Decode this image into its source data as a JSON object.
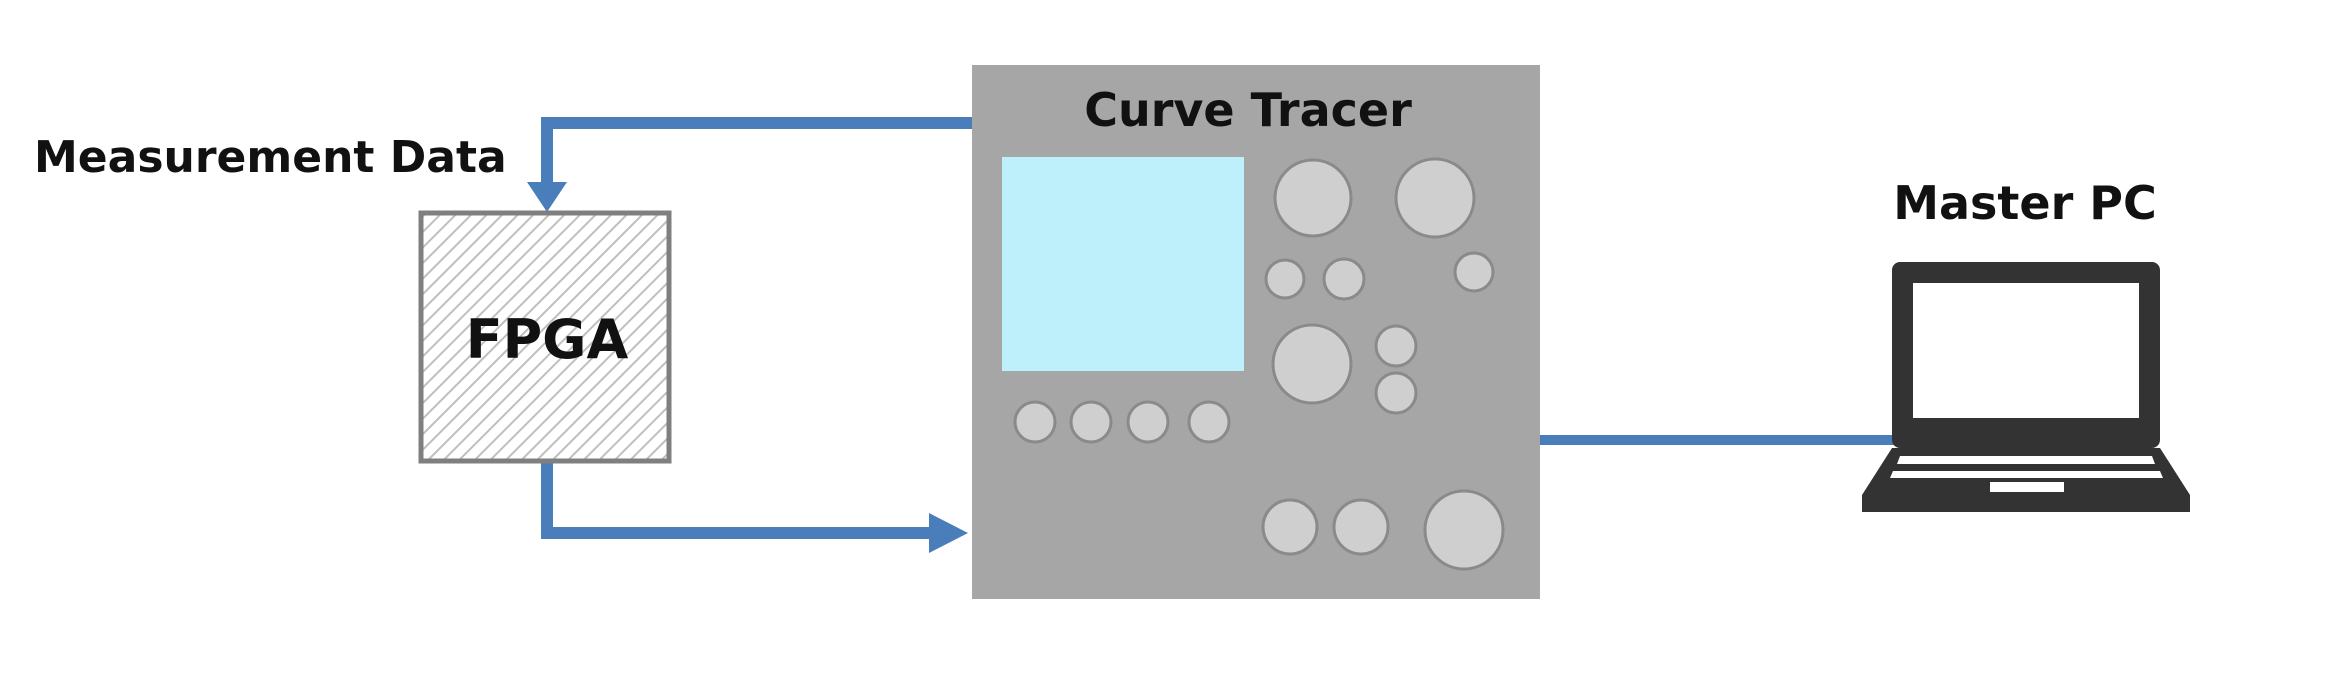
{
  "labels": {
    "measurement_data": "Measurement Data",
    "fpga": "FPGA",
    "curve_tracer": "Curve Tracer",
    "master_pc": "Master PC"
  },
  "colors": {
    "connector": "#4a7ebb",
    "instrument_body": "#a6a6a6",
    "instrument_screen": "#bdf0fb",
    "knob_fill": "#cfcfcf",
    "knob_stroke": "#8a8a8a",
    "fpga_border": "#7f7f7f",
    "fpga_hatch": "#bfbfbf",
    "laptop": "#333333"
  }
}
